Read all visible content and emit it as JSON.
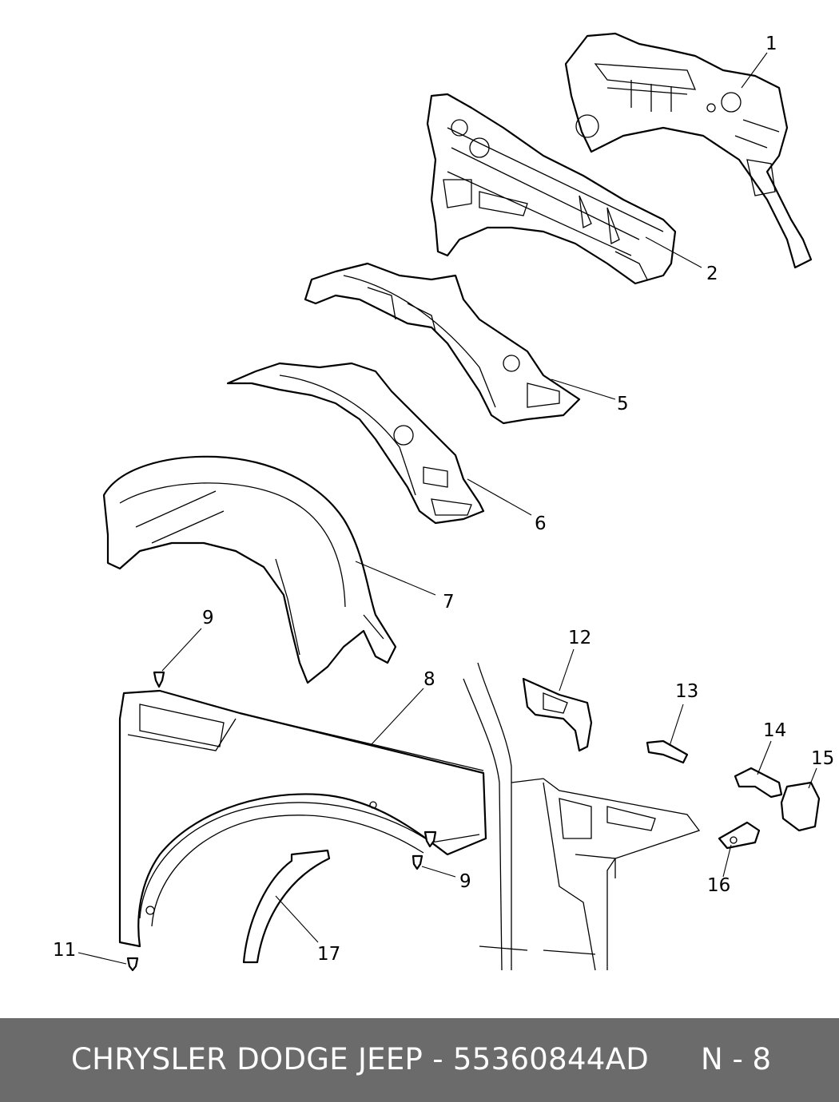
{
  "diagram": {
    "callouts": [
      {
        "id": "c1",
        "label": "1"
      },
      {
        "id": "c2",
        "label": "2"
      },
      {
        "id": "c5",
        "label": "5"
      },
      {
        "id": "c6",
        "label": "6"
      },
      {
        "id": "c7",
        "label": "7"
      },
      {
        "id": "c8",
        "label": "8"
      },
      {
        "id": "c9a",
        "label": "9"
      },
      {
        "id": "c9b",
        "label": "9"
      },
      {
        "id": "c11",
        "label": "11"
      },
      {
        "id": "c12",
        "label": "12"
      },
      {
        "id": "c13",
        "label": "13"
      },
      {
        "id": "c14",
        "label": "14"
      },
      {
        "id": "c15",
        "label": "15"
      },
      {
        "id": "c16",
        "label": "16"
      },
      {
        "id": "c17",
        "label": "17"
      }
    ]
  },
  "footer": {
    "title": "CHRYSLER DODGE JEEP - 55360844AD",
    "page_code": "N - 8"
  },
  "colors": {
    "footer_bg": "#6b6b6b",
    "footer_text": "#ffffff",
    "line": "#000000"
  }
}
